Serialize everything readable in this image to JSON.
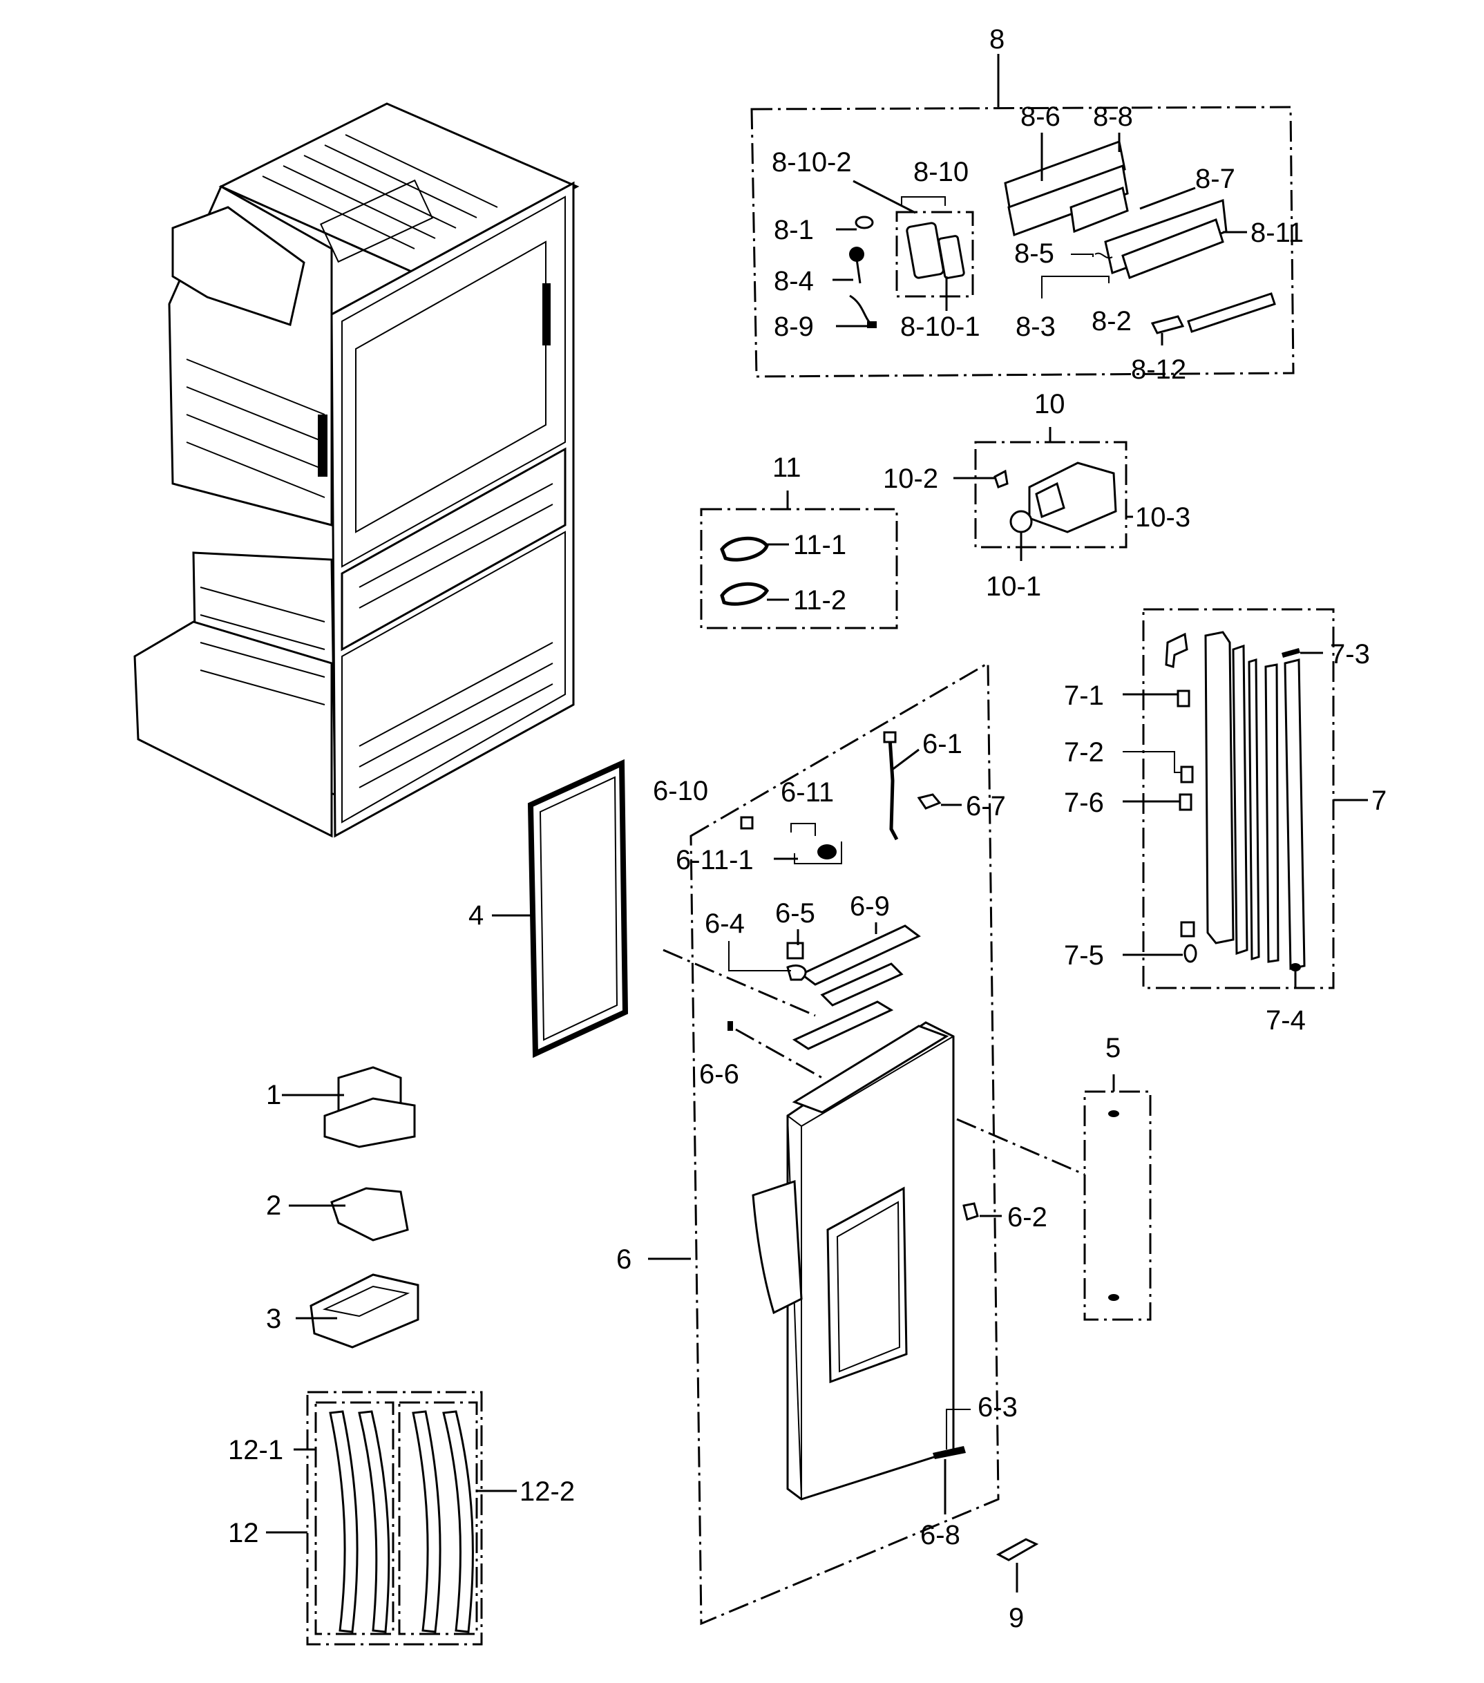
{
  "labels": {
    "l8": "8",
    "l8_6": "8-6",
    "l8_8": "8-8",
    "l8_10_2": "8-10-2",
    "l8_10": "8-10",
    "l8_7": "8-7",
    "l8_1": "8-1",
    "l8_11": "8-11",
    "l8_5": "8-5",
    "l8_4": "8-4",
    "l8_9": "8-9",
    "l8_10_1": "8-10-1",
    "l8_3": "8-3",
    "l8_2": "8-2",
    "l8_12": "8-12",
    "l10": "10",
    "l10_2": "10-2",
    "l10_3": "10-3",
    "l10_1": "10-1",
    "l11": "11",
    "l11_1": "11-1",
    "l11_2": "11-2",
    "l7_3": "7-3",
    "l7_1": "7-1",
    "l7_2": "7-2",
    "l7_6": "7-6",
    "l7": "7",
    "l7_5": "7-5",
    "l7_4": "7-4",
    "l6_1": "6-1",
    "l6_10": "6-10",
    "l6_11": "6-11",
    "l6_7": "6-7",
    "l6_11_1": "6-11-1",
    "l4": "4",
    "l6_5": "6-5",
    "l6_9": "6-9",
    "l6_4": "6-4",
    "l6_6": "6-6",
    "l5": "5",
    "l1": "1",
    "l2": "2",
    "l6_2": "6-2",
    "l6": "6",
    "l3": "3",
    "l6_3": "6-3",
    "l12_1": "12-1",
    "l12_2": "12-2",
    "l12": "12",
    "l6_8": "6-8",
    "l9": "9"
  }
}
